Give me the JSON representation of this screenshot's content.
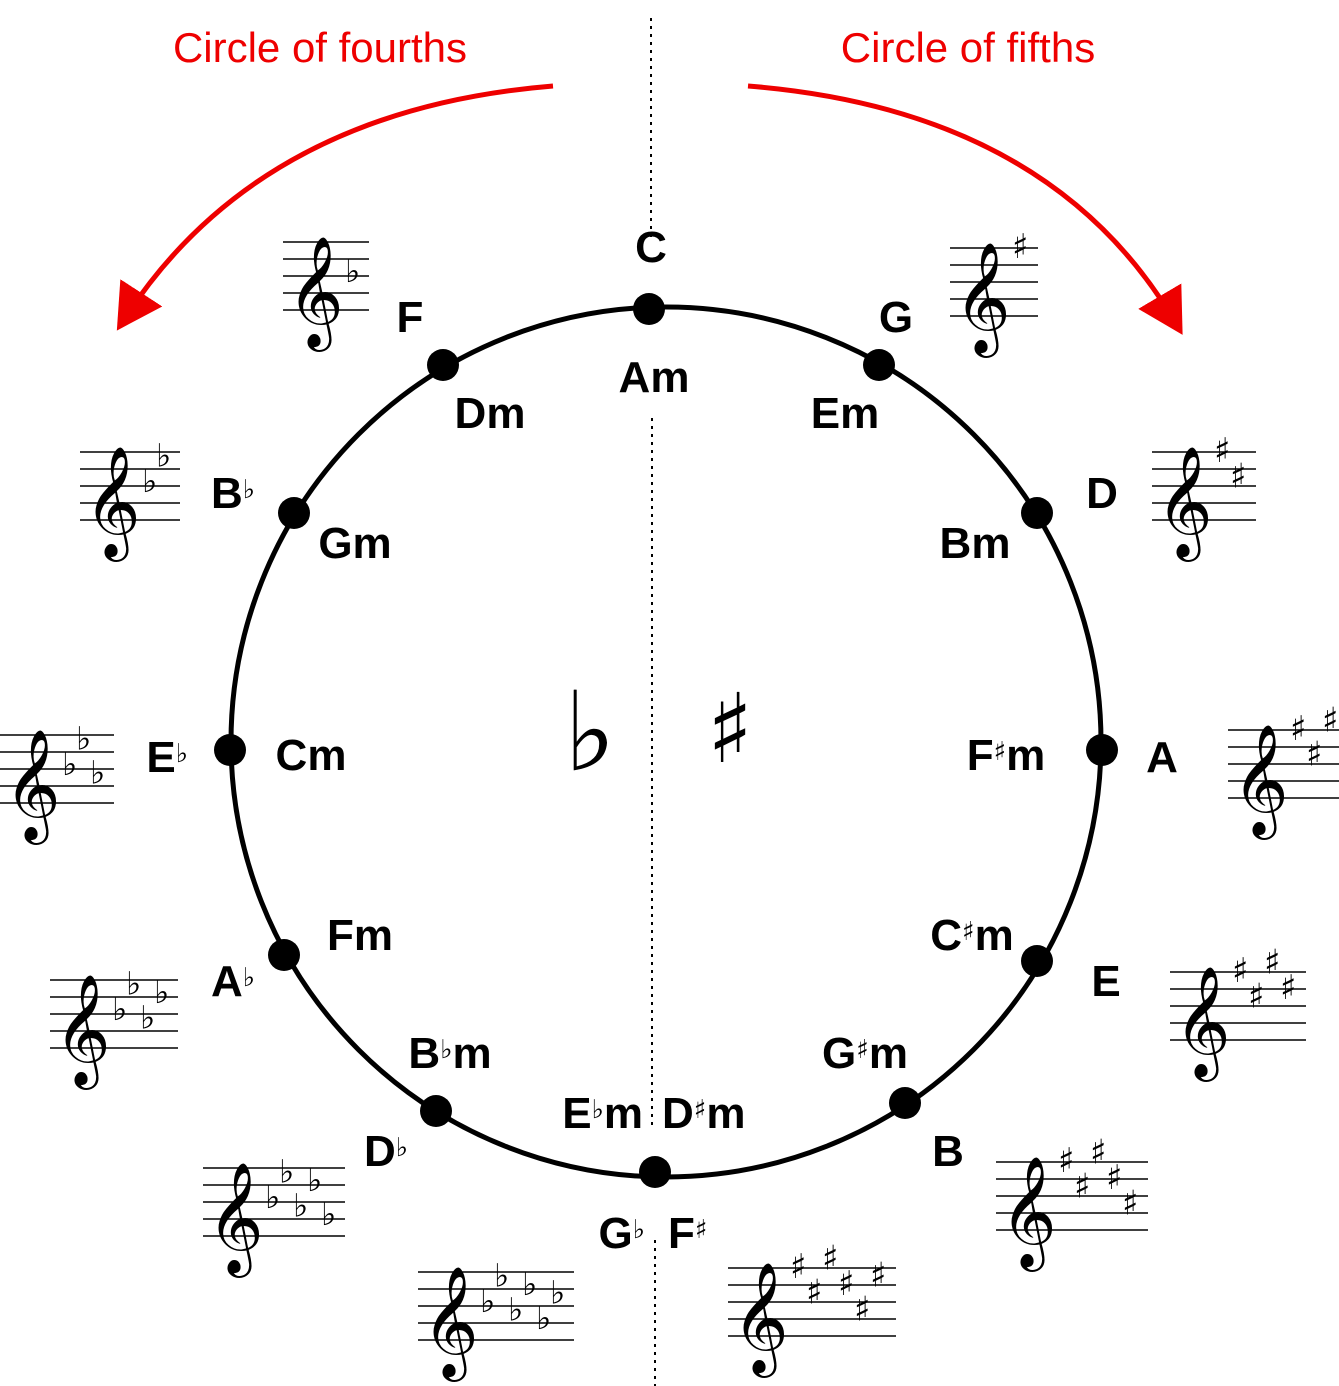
{
  "headers": {
    "fourths": "Circle of fourths",
    "fifths": "Circle of fifths"
  },
  "colors": {
    "arrow": "#ee0000",
    "ink": "#000000"
  },
  "center_symbols": {
    "flat": "♭",
    "sharp": "♯"
  },
  "keys": [
    {
      "id": "c",
      "major": "C",
      "minor": "Am",
      "sig_type": "none",
      "sig_count": 0
    },
    {
      "id": "g",
      "major": "G",
      "minor": "Em",
      "sig_type": "sharp",
      "sig_count": 1
    },
    {
      "id": "d",
      "major": "D",
      "minor": "Bm",
      "sig_type": "sharp",
      "sig_count": 2
    },
    {
      "id": "a",
      "major": "A",
      "minor": "F|♯|m",
      "sig_type": "sharp",
      "sig_count": 3
    },
    {
      "id": "e",
      "major": "E",
      "minor": "C|♯|m",
      "sig_type": "sharp",
      "sig_count": 4
    },
    {
      "id": "b",
      "major": "B",
      "minor": "G|♯|m",
      "sig_type": "sharp",
      "sig_count": 5
    },
    {
      "id": "fs",
      "major": "F|♯",
      "minor": "D|♯|m",
      "sig_type": "sharp",
      "sig_count": 6
    },
    {
      "id": "gb",
      "major": "G|♭",
      "minor": "E|♭|m",
      "sig_type": "flat",
      "sig_count": 6
    },
    {
      "id": "db",
      "major": "D|♭",
      "minor": "B|♭|m",
      "sig_type": "flat",
      "sig_count": 5
    },
    {
      "id": "ab",
      "major": "A|♭",
      "minor": "Fm",
      "sig_type": "flat",
      "sig_count": 4
    },
    {
      "id": "eb",
      "major": "E|♭",
      "minor": "Cm",
      "sig_type": "flat",
      "sig_count": 3
    },
    {
      "id": "bb",
      "major": "B|♭",
      "minor": "Gm",
      "sig_type": "flat",
      "sig_count": 2
    },
    {
      "id": "f",
      "major": "F",
      "minor": "Dm",
      "sig_type": "flat",
      "sig_count": 1
    }
  ]
}
